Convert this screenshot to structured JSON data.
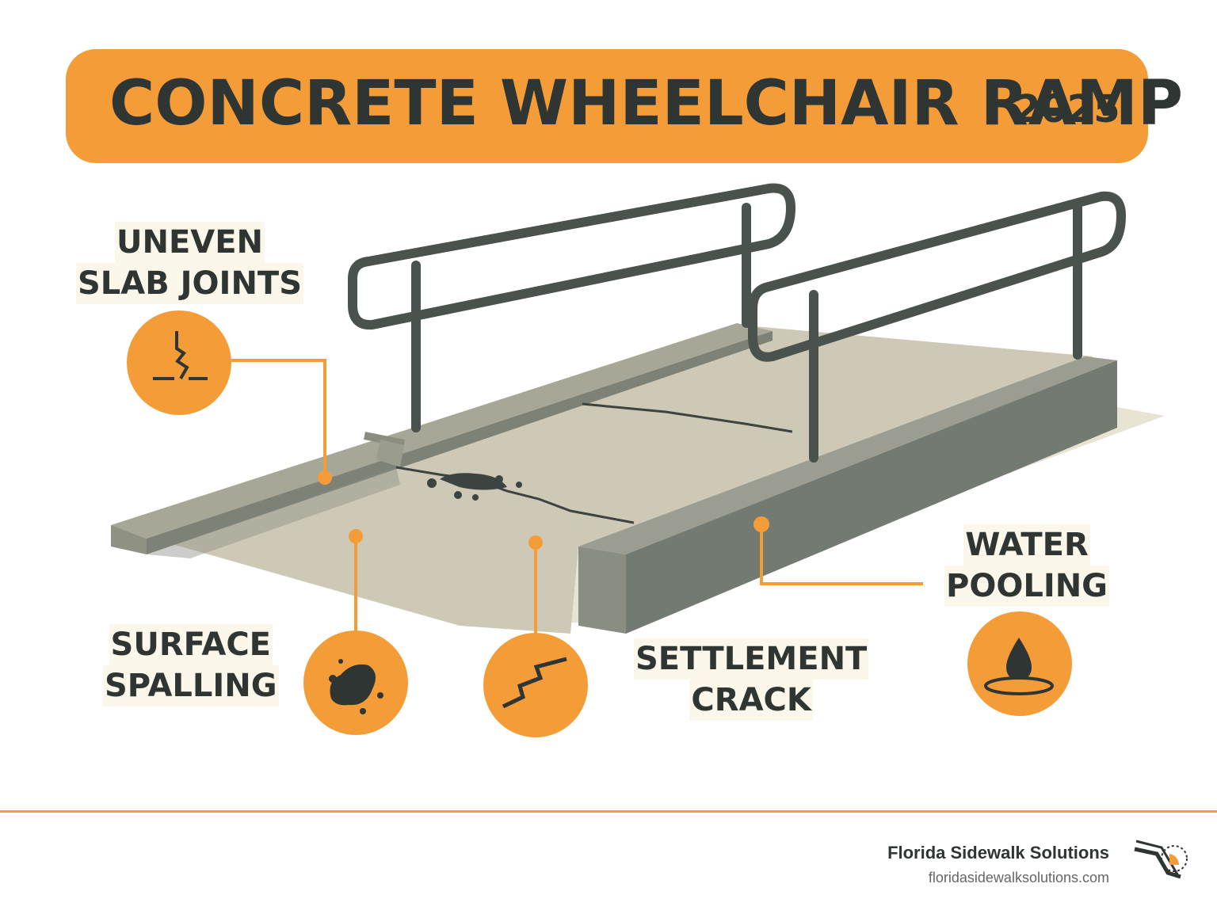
{
  "title": "CONCRETE WHEELCHAIR RAMP",
  "year": "2025",
  "labels": {
    "uneven": [
      "UNEVEN",
      "SLAB JOINTS"
    ],
    "spalling": [
      "SURFACE",
      "SPALLING"
    ],
    "settlement": [
      "SETTLEMENT",
      "CRACK"
    ],
    "water": [
      "WATER",
      "POOLING"
    ]
  },
  "footer": {
    "brand": "Florida Sidewalk Solutions",
    "url": "floridasidewalksolutions.com"
  },
  "colors": {
    "accent": "#f39c38",
    "text": "#2f3532",
    "concrete": "#cdc9b6",
    "rail": "#4a524d"
  },
  "icons": [
    "uneven-joint-icon",
    "spalling-icon",
    "crack-icon",
    "water-drop-icon",
    "ramp-logo-icon"
  ]
}
